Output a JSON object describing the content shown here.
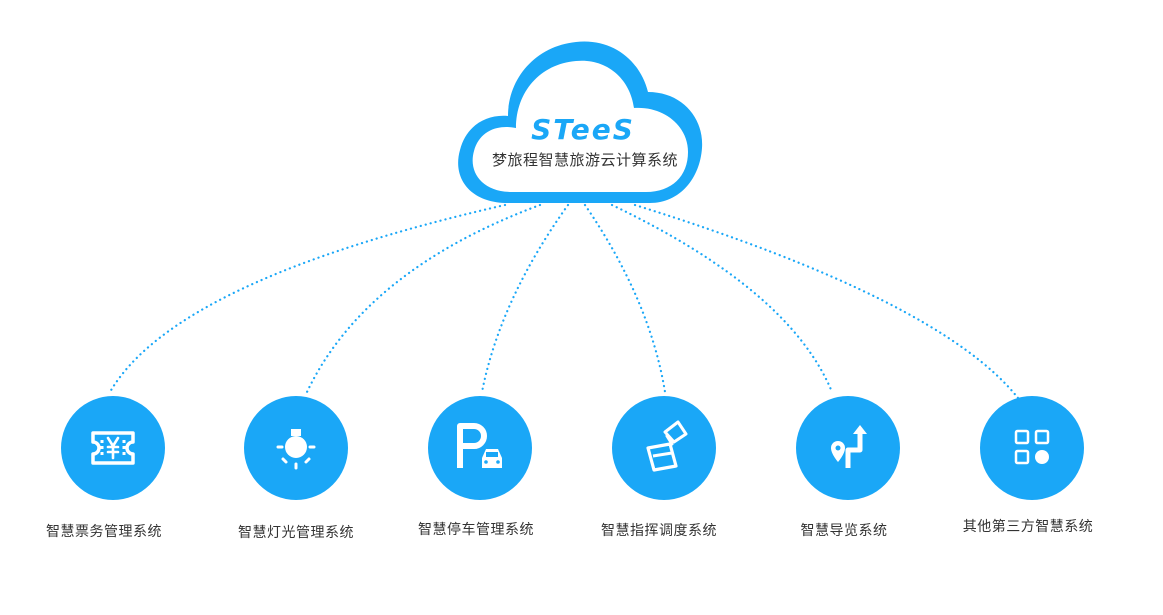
{
  "colors": {
    "accent": "#1aa7f7",
    "text": "#333333",
    "link_line": "#1aa7f7"
  },
  "cloud": {
    "logo_text": "STeeS",
    "title": "梦旅程智慧旅游云计算系统"
  },
  "nodes": [
    {
      "icon": "ticket-yen-icon",
      "label": "智慧票务管理系统"
    },
    {
      "icon": "lightbulb-icon",
      "label": "智慧灯光管理系统"
    },
    {
      "icon": "parking-car-icon",
      "label": "智慧停车管理系统"
    },
    {
      "icon": "command-flag-icon",
      "label": "智慧指挥调度系统"
    },
    {
      "icon": "navigation-pin-icon",
      "label": "智慧导览系统"
    },
    {
      "icon": "apps-grid-icon",
      "label": "其他第三方智慧系统"
    }
  ]
}
